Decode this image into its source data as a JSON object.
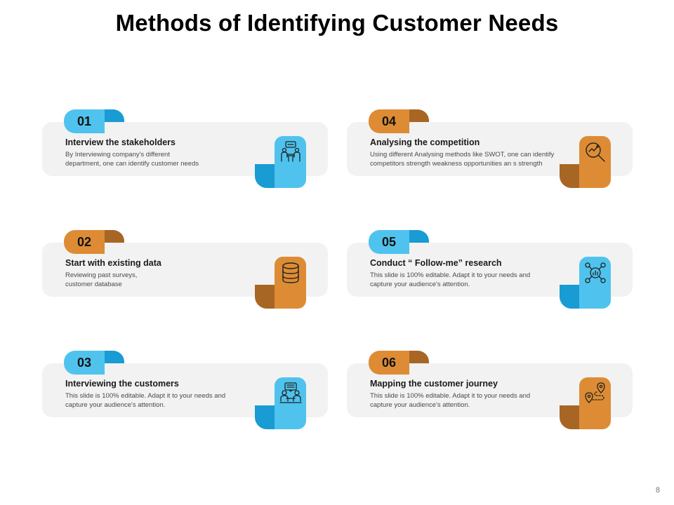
{
  "title": "Methods of Identifying Customer Needs",
  "page_number": "8",
  "colors": {
    "blue": "#4fc3ee",
    "blue_dark": "#199bd4",
    "orange": "#dd8c35",
    "orange_dark": "#a86624",
    "panel": "#f2f2f2"
  },
  "cards": [
    {
      "number": "01",
      "title": "Interview the stakeholders",
      "desc_line1": "By Interviewing company's different",
      "desc_line2": "department, one can identify customer needs",
      "icon": "meeting-people-icon",
      "color": "blue"
    },
    {
      "number": "02",
      "title": "Start with existing data",
      "desc_line1": "Reviewing past surveys,",
      "desc_line2": "customer database",
      "icon": "database-icon",
      "color": "orange"
    },
    {
      "number": "03",
      "title": "Interviewing the customers",
      "desc_line1": "This slide is 100% editable.  Adapt it to your needs and",
      "desc_line2": "capture your audience's attention.",
      "icon": "customer-interview-icon",
      "color": "blue"
    },
    {
      "number": "04",
      "title": "Analysing the competition",
      "desc_line1": "Using different Analysing methods like SWOT,  one can identify",
      "desc_line2": "competitors strength weakness opportunities an s strength",
      "icon": "magnifier-analysis-icon",
      "color": "orange"
    },
    {
      "number": "05",
      "title": "Conduct “ Follow-me” research",
      "desc_line1": "This slide is 100% editable.  Adapt it to your needs and",
      "desc_line2": "capture your audience's attention.",
      "icon": "research-network-icon",
      "color": "blue"
    },
    {
      "number": "06",
      "title": "Mapping the customer  journey",
      "desc_line1": "This slide is 100% editable.  Adapt it to your needs and",
      "desc_line2": "capture your audience's attention.",
      "icon": "journey-map-icon",
      "color": "orange"
    }
  ]
}
